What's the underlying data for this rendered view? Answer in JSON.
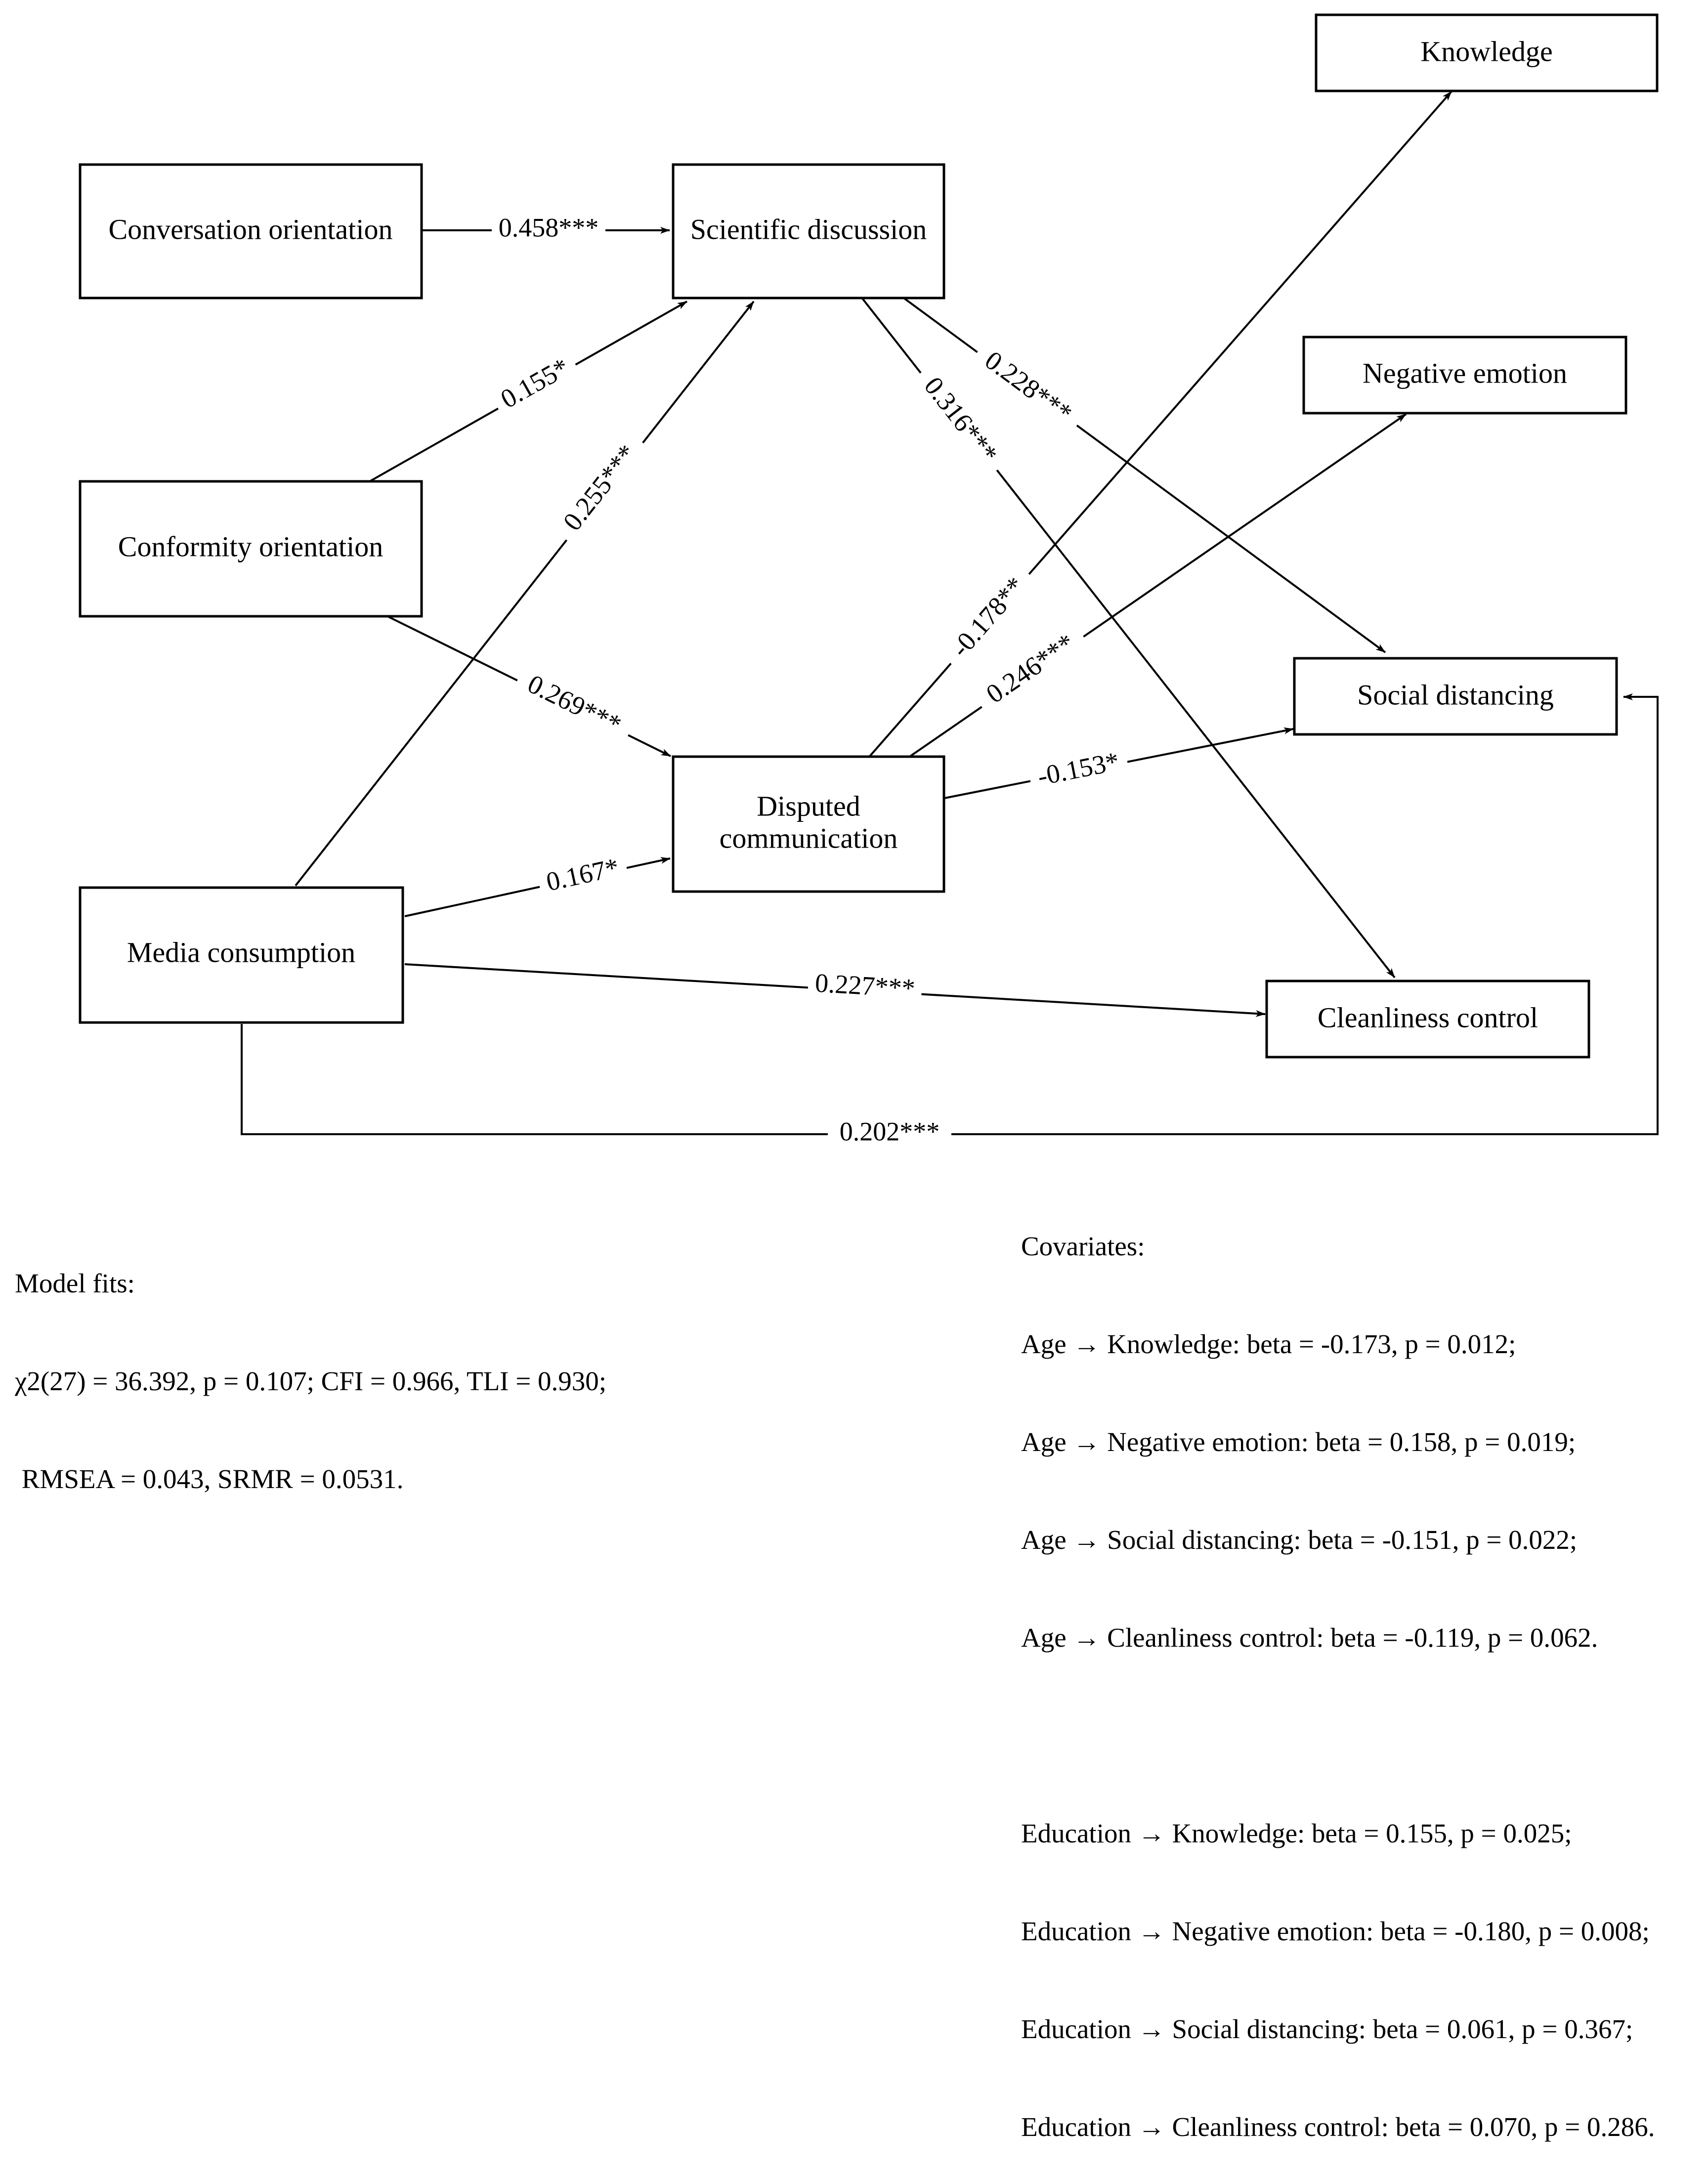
{
  "nodes": {
    "conversation": "Conversation orientation",
    "conformity": "Conformity orientation",
    "media": "Media consumption",
    "scientific": "Scientific discussion",
    "disputed": [
      "Disputed",
      "communication"
    ],
    "knowledge": "Knowledge",
    "negative": "Negative emotion",
    "social": "Social distancing",
    "cleanliness": "Cleanliness control"
  },
  "edges": {
    "conv_sci": "0.458***",
    "conf_sci": "0.155*",
    "media_sci": "0.255***",
    "conf_disp": "0.269***",
    "media_disp": "0.167*",
    "sci_social": "0.228***",
    "sci_clean": "0.316***",
    "disp_know": "-0.178**",
    "disp_neg": "0.246***",
    "disp_social": "-0.153*",
    "media_clean": "0.227***",
    "media_social": "0.202***"
  },
  "model_fits": {
    "heading": "Model fits:",
    "lines": [
      "χ2(27) = 36.392, p = 0.107; CFI = 0.966, TLI = 0.930;",
      " RMSEA = 0.043, SRMR = 0.0531."
    ]
  },
  "covariates": {
    "heading": "Covariates:",
    "age": [
      "Age → Knowledge: beta = -0.173, p = 0.012;",
      "Age → Negative emotion: beta = 0.158, p = 0.019;",
      "Age → Social distancing: beta = -0.151, p = 0.022;",
      "Age → Cleanliness control: beta = -0.119, p = 0.062."
    ],
    "education": [
      "Education → Knowledge: beta = 0.155, p = 0.025;",
      "Education → Negative emotion: beta = -0.180, p = 0.008;",
      "Education → Social distancing: beta = 0.061, p = 0.367;",
      "Education → Cleanliness control: beta = 0.070, p = 0.286."
    ]
  }
}
